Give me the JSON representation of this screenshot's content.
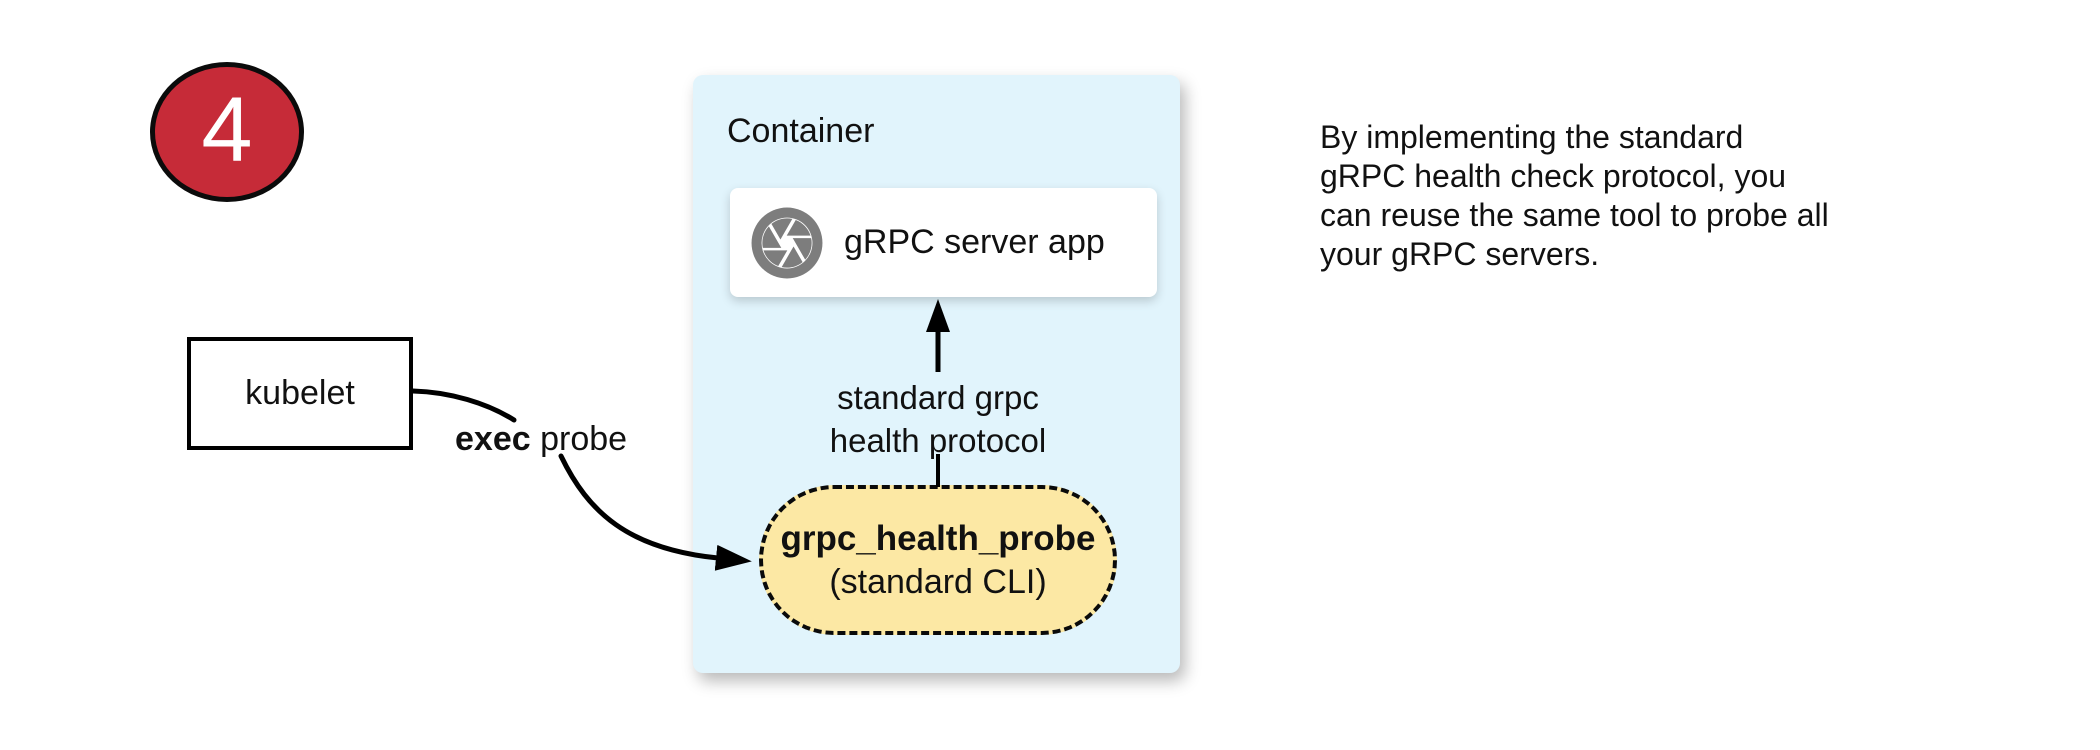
{
  "step_badge": {
    "number": "4"
  },
  "kubelet": {
    "label": "kubelet"
  },
  "exec_probe": {
    "bold": "exec",
    "rest": " probe"
  },
  "container": {
    "title": "Container",
    "server_box": {
      "icon": "aperture-icon",
      "label": "gRPC server app"
    },
    "protocol_label": "standard grpc\nhealth protocol",
    "probe_pill": {
      "title": "grpc_health_probe",
      "subtitle": "(standard CLI)"
    }
  },
  "note": {
    "text": "By implementing the standard\ngRPC health check protocol, you\ncan reuse the same tool to probe all\nyour gRPC servers."
  },
  "colors": {
    "accent_red": "#C62B38",
    "container_blue": "#E1F4FC",
    "pill_yellow": "#FCE8A4",
    "icon_gray": "#7D7D7D",
    "stroke_black": "#111111"
  }
}
